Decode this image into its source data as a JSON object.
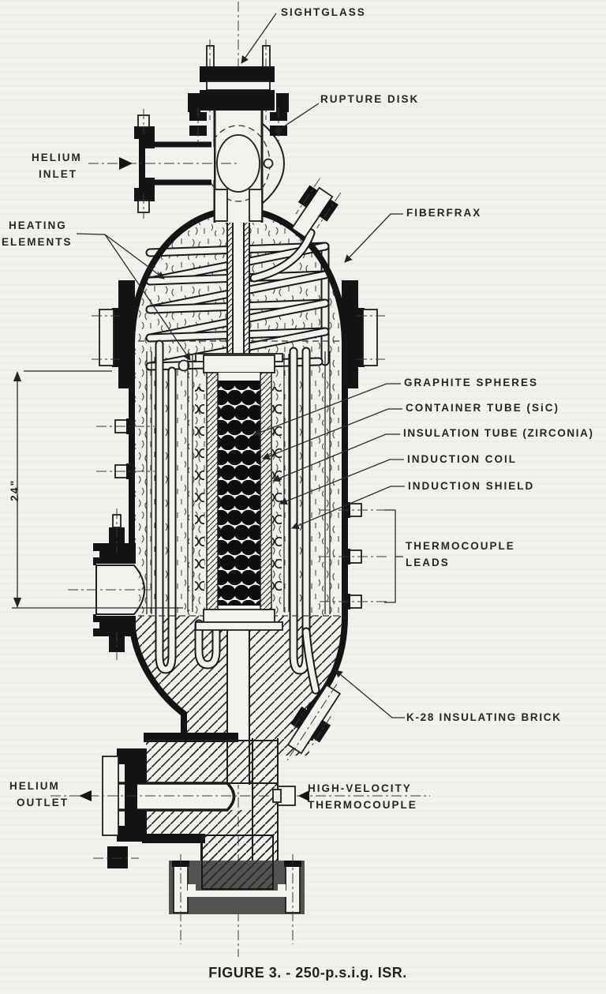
{
  "figure": {
    "caption": "FIGURE 3. - 250-p.s.i.g. ISR.",
    "labels": {
      "sightglass": "SIGHTGLASS",
      "rupture_disk": "RUPTURE DISK",
      "helium_inlet": [
        "HELIUM",
        "INLET"
      ],
      "heating_elements": [
        "HEATING",
        "ELEMENTS"
      ],
      "fiberfrax": "FIBERFRAX",
      "graphite_spheres": "GRAPHITE SPHERES",
      "container_tube": "CONTAINER TUBE (SiC)",
      "insulation_tube": "INSULATION TUBE (ZIRCONIA)",
      "induction_coil": "INDUCTION COIL",
      "induction_shield": "INDUCTION SHIELD",
      "thermocouple_leads": [
        "THERMOCOUPLE",
        "LEADS"
      ],
      "k28_brick": "K-28 INSULATING BRICK",
      "helium_outlet": [
        "HELIUM",
        "OUTLET"
      ],
      "high_velocity_thermocouple": [
        "HIGH-VELOCITY",
        "THERMOCOUPLE"
      ],
      "dimension": "24\""
    },
    "colors": {
      "ink": "#1a1a1a",
      "paper": "#f2f1ee",
      "flange_gray": "#555351"
    }
  }
}
